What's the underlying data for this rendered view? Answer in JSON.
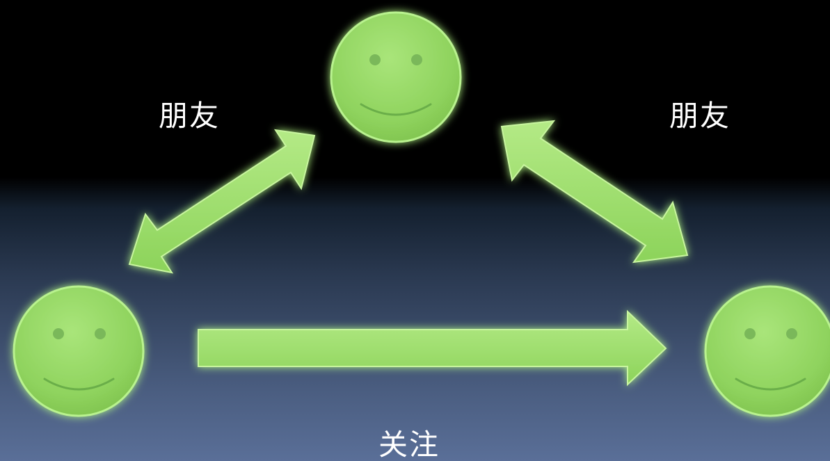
{
  "labels": {
    "friend_left": "朋友",
    "friend_right": "朋友",
    "follow": "关注"
  },
  "icons": {
    "person": "smiley-face-icon"
  },
  "colors": {
    "node_fill": "#97d765",
    "node_glow": "#b8ff86",
    "arrow_fill": "#9edc6c",
    "label_text": "#ffffff"
  }
}
